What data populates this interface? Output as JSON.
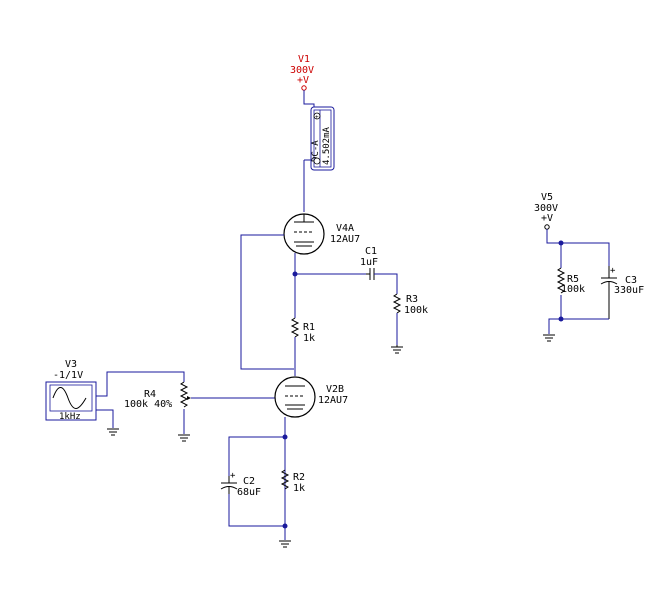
{
  "components": {
    "v1": {
      "ref": "V1",
      "value": "300V",
      "pin": "+V"
    },
    "meter": {
      "mode": "DC-A",
      "reading": "4.502mA",
      "plus": "+",
      "minus": "−"
    },
    "v4a": {
      "ref": "V4A",
      "value": "12AU7"
    },
    "c1": {
      "ref": "C1",
      "value": "1uF"
    },
    "r3": {
      "ref": "R3",
      "value": "100k"
    },
    "r1": {
      "ref": "R1",
      "value": "1k"
    },
    "v3": {
      "ref": "V3",
      "value": "-1/1V",
      "freq": "1kHz"
    },
    "r4": {
      "ref": "R4",
      "value": "100k 40%"
    },
    "v2b": {
      "ref": "V2B",
      "value": "12AU7"
    },
    "c2": {
      "ref": "C2",
      "value": "68uF",
      "polarity": "+"
    },
    "r2": {
      "ref": "R2",
      "value": "1k"
    },
    "v5": {
      "ref": "V5",
      "value": "300V",
      "pin": "+V"
    },
    "r5": {
      "ref": "R5",
      "value": "100k"
    },
    "c3": {
      "ref": "C3",
      "value": "330uF",
      "polarity": "+"
    }
  },
  "colors": {
    "wire": "#1a1a9c",
    "label_red": "#cc0000",
    "part": "#000000"
  }
}
